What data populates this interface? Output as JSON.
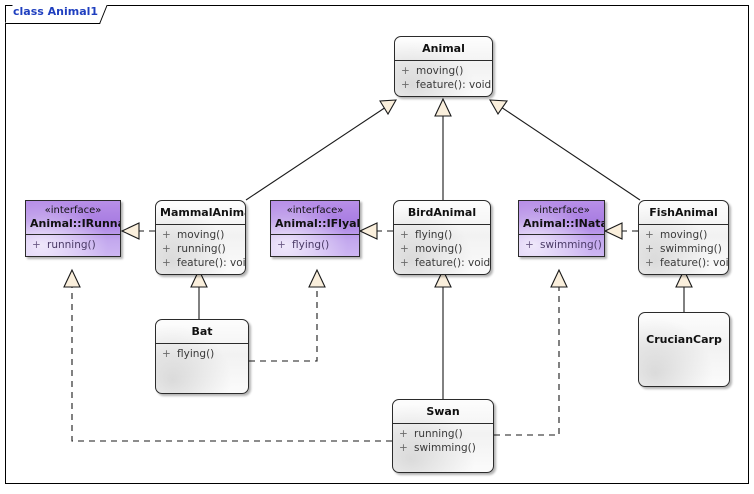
{
  "diagram": {
    "frame_label": "class Animal1",
    "frame_label_color": "#1f3fbf",
    "interface_fill": "#a97ee2",
    "class_fill": "#f2f2f2",
    "arrowhead_fill": "#faefdc",
    "line_color": "#1a1a1a"
  },
  "nodes": {
    "animal": {
      "name": "Animal",
      "kind": "class",
      "members": [
        {
          "visibility": "+",
          "signature": "moving()"
        },
        {
          "visibility": "+",
          "signature": "feature(): void"
        }
      ]
    },
    "irunnable": {
      "stereotype": "«interface»",
      "name": "Animal::IRunnable",
      "kind": "interface",
      "members": [
        {
          "visibility": "+",
          "signature": "running()"
        }
      ]
    },
    "mammal": {
      "name": "MammalAnimal",
      "kind": "class",
      "members": [
        {
          "visibility": "+",
          "signature": "moving()"
        },
        {
          "visibility": "+",
          "signature": "running()"
        },
        {
          "visibility": "+",
          "signature": "feature(): void"
        }
      ]
    },
    "iflyable": {
      "stereotype": "«interface»",
      "name": "Animal::IFlyable",
      "kind": "interface",
      "members": [
        {
          "visibility": "+",
          "signature": "flying()"
        }
      ]
    },
    "bird": {
      "name": "BirdAnimal",
      "kind": "class",
      "members": [
        {
          "visibility": "+",
          "signature": "flying()"
        },
        {
          "visibility": "+",
          "signature": "moving()"
        },
        {
          "visibility": "+",
          "signature": "feature(): void"
        }
      ]
    },
    "inatatory": {
      "stereotype": "«interface»",
      "name": "Animal::INatatory",
      "kind": "interface",
      "members": [
        {
          "visibility": "+",
          "signature": "swimming()"
        }
      ]
    },
    "fish": {
      "name": "FishAnimal",
      "kind": "class",
      "members": [
        {
          "visibility": "+",
          "signature": "moving()"
        },
        {
          "visibility": "+",
          "signature": "swimming()"
        },
        {
          "visibility": "+",
          "signature": "feature(): void"
        }
      ]
    },
    "bat": {
      "name": "Bat",
      "kind": "class",
      "members": [
        {
          "visibility": "+",
          "signature": "flying()"
        }
      ]
    },
    "swan": {
      "name": "Swan",
      "kind": "class",
      "members": [
        {
          "visibility": "+",
          "signature": "running()"
        },
        {
          "visibility": "+",
          "signature": "swimming()"
        }
      ]
    },
    "cruciancarp": {
      "name": "CrucianCarp",
      "kind": "class",
      "members": []
    }
  },
  "relationships": [
    {
      "from": "MammalAnimal",
      "to": "Animal",
      "type": "generalization"
    },
    {
      "from": "BirdAnimal",
      "to": "Animal",
      "type": "generalization"
    },
    {
      "from": "FishAnimal",
      "to": "Animal",
      "type": "generalization"
    },
    {
      "from": "MammalAnimal",
      "to": "Animal::IRunnable",
      "type": "realization"
    },
    {
      "from": "BirdAnimal",
      "to": "Animal::IFlyable",
      "type": "realization"
    },
    {
      "from": "FishAnimal",
      "to": "Animal::INatatory",
      "type": "realization"
    },
    {
      "from": "Bat",
      "to": "MammalAnimal",
      "type": "generalization"
    },
    {
      "from": "Bat",
      "to": "Animal::IFlyable",
      "type": "realization"
    },
    {
      "from": "Swan",
      "to": "BirdAnimal",
      "type": "generalization"
    },
    {
      "from": "Swan",
      "to": "Animal::IRunnable",
      "type": "realization"
    },
    {
      "from": "Swan",
      "to": "Animal::INatatory",
      "type": "realization"
    },
    {
      "from": "CrucianCarp",
      "to": "FishAnimal",
      "type": "generalization"
    }
  ]
}
